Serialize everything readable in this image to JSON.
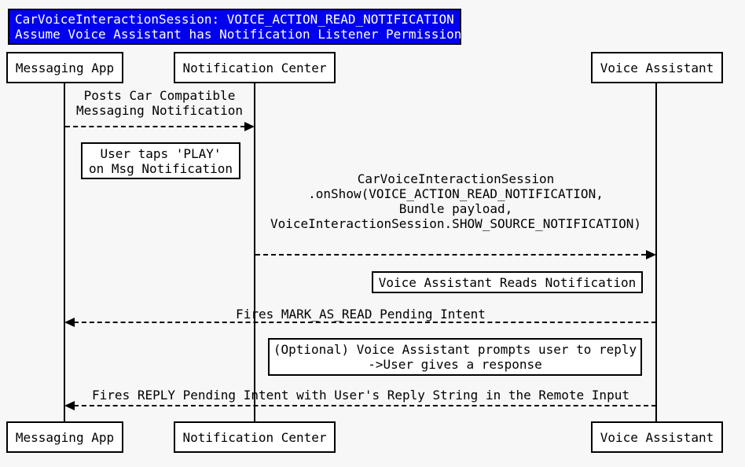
{
  "diagram": {
    "type": "uml-sequence",
    "background_color": "#f7f7f7",
    "title": {
      "text": "CarVoiceInteractionSession: VOICE_ACTION_READ_NOTIFICATION\nAssume Voice Assistant has Notification Listener Permission",
      "bg_color": "#0101ed",
      "text_color": "#ffffff"
    },
    "participants": {
      "messaging_app": "Messaging App",
      "notification_center": "Notification Center",
      "voice_assistant": "Voice Assistant"
    },
    "messages": [
      {
        "from": "Messaging App",
        "to": "Notification Center",
        "line_style": "dashed",
        "label": "Posts Car Compatible\nMessaging Notification"
      },
      {
        "from": "Notification Center",
        "to": "Voice Assistant",
        "line_style": "dashed",
        "label": "CarVoiceInteractionSession\n.onShow(VOICE_ACTION_READ_NOTIFICATION,\nBundle payload,\nVoiceInteractionSession.SHOW_SOURCE_NOTIFICATION)"
      },
      {
        "from": "Voice Assistant",
        "to": "Messaging App",
        "line_style": "dashed",
        "label": "Fires MARK_AS_READ Pending Intent"
      },
      {
        "from": "Voice Assistant",
        "to": "Messaging App",
        "line_style": "dashed",
        "label": "Fires REPLY Pending Intent with User's Reply String in the Remote Input"
      }
    ],
    "notes": [
      {
        "text": "User taps 'PLAY'\non Msg Notification"
      },
      {
        "text": "Voice Assistant Reads Notification"
      },
      {
        "text": "(Optional) Voice Assistant prompts user to reply\n->User gives a response"
      }
    ]
  }
}
